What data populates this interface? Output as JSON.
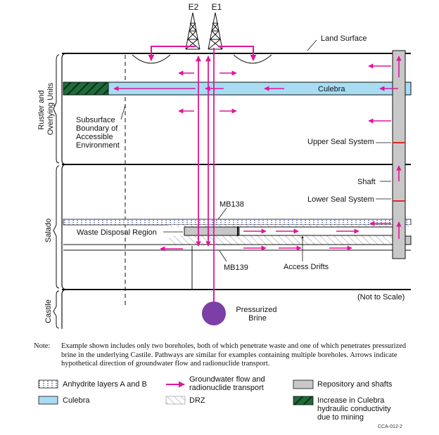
{
  "diagram": {
    "boreholes": [
      "E2",
      "E1"
    ],
    "labels": {
      "land_surface": "Land Surface",
      "culebra": "Culebra",
      "subsurface_boundary": [
        "Subsurface",
        "Boundary of",
        "Accessible",
        "Environment"
      ],
      "upper_seal": "Upper Seal System",
      "shaft": "Shaft",
      "lower_seal": "Lower Seal System",
      "mb138": "MB138",
      "mb139": "MB139",
      "waste_disposal": "Waste Disposal Region",
      "access_drifts": "Access Drifts",
      "not_to_scale": "(Not to Scale)",
      "pressurized_brine": [
        "Pressurized",
        "Brine"
      ]
    },
    "units": {
      "rustler": [
        "Rustler and",
        "Overlying Units"
      ],
      "salado": "Salado",
      "castile": "Castile"
    }
  },
  "note": {
    "label": "Note:",
    "text": "Example shown includes only two boreholes, both of which penetrate waste and one of which penetrates pressurized brine in the underlying Castile.  Pathways are similar for examples containing multiple boreholes. Arrows indicate hypothetical direction of groundwater flow and radionuclide transport."
  },
  "legend": {
    "anhydrite": "Anhydrite layers A and B",
    "groundwater": [
      "Groundwater flow and",
      "radionuclide transport"
    ],
    "repository": "Repository and shafts",
    "culebra": "Culebra",
    "drz": "DRZ",
    "increase": [
      "Increase in Culebra",
      "hydraulic conductivity",
      "due to mining"
    ]
  },
  "figure_code": "CCA-012-2",
  "colors": {
    "arrow": "#e0169a",
    "culebra": "#a8dcf2",
    "repository": "#c8c8c8",
    "increase": "#1f6b3a",
    "brine": "#7b3fa6",
    "seal": "#e52421"
  }
}
